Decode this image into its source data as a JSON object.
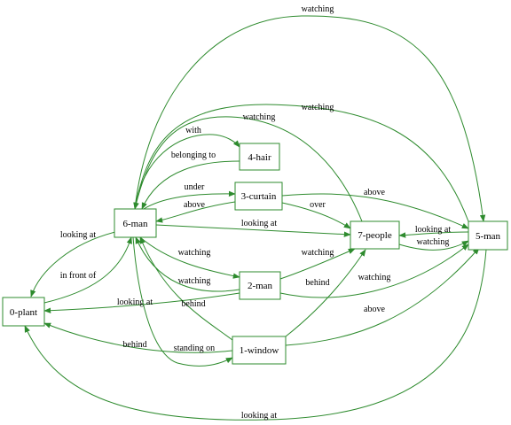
{
  "colors": {
    "edge": "#2e8b2e",
    "node_border": "#2e8b2e",
    "background": "#ffffff",
    "text": "#000000"
  },
  "nodes": [
    {
      "id": "n0",
      "label": "0-plant"
    },
    {
      "id": "n1",
      "label": "1-window"
    },
    {
      "id": "n2",
      "label": "2-man"
    },
    {
      "id": "n3",
      "label": "3-curtain"
    },
    {
      "id": "n4",
      "label": "4-hair"
    },
    {
      "id": "n5",
      "label": "5-man"
    },
    {
      "id": "n6",
      "label": "6-man"
    },
    {
      "id": "n7",
      "label": "7-people"
    }
  ],
  "edges": [
    {
      "from": "6-man",
      "to": "5-man",
      "label": "watching"
    },
    {
      "from": "5-man",
      "to": "6-man",
      "label": "watching"
    },
    {
      "from": "7-people",
      "to": "6-man",
      "label": "watching"
    },
    {
      "from": "6-man",
      "to": "4-hair",
      "label": "with"
    },
    {
      "from": "4-hair",
      "to": "6-man",
      "label": "belonging to"
    },
    {
      "from": "6-man",
      "to": "3-curtain",
      "label": "under"
    },
    {
      "from": "3-curtain",
      "to": "6-man",
      "label": "above"
    },
    {
      "from": "3-curtain",
      "to": "5-man",
      "label": "above"
    },
    {
      "from": "3-curtain",
      "to": "7-people",
      "label": "over"
    },
    {
      "from": "6-man",
      "to": "7-people",
      "label": "looking at"
    },
    {
      "from": "6-man",
      "to": "0-plant",
      "label": "looking at"
    },
    {
      "from": "0-plant",
      "to": "6-man",
      "label": "in front of"
    },
    {
      "from": "5-man",
      "to": "7-people",
      "label": "looking at"
    },
    {
      "from": "7-people",
      "to": "5-man",
      "label": "watching"
    },
    {
      "from": "6-man",
      "to": "2-man",
      "label": "watching"
    },
    {
      "from": "2-man",
      "to": "6-man",
      "label": "watching"
    },
    {
      "from": "2-man",
      "to": "7-people",
      "label": "watching"
    },
    {
      "from": "2-man",
      "to": "5-man",
      "label": "watching"
    },
    {
      "from": "2-man",
      "to": "0-plant",
      "label": "looking at"
    },
    {
      "from": "1-window",
      "to": "6-man",
      "label": "behind"
    },
    {
      "from": "1-window",
      "to": "0-plant",
      "label": "behind"
    },
    {
      "from": "6-man",
      "to": "1-window",
      "label": "standing on"
    },
    {
      "from": "1-window",
      "to": "7-people",
      "label": "behind"
    },
    {
      "from": "1-window",
      "to": "5-man",
      "label": "above"
    },
    {
      "from": "5-man",
      "to": "0-plant",
      "label": "looking at"
    }
  ]
}
